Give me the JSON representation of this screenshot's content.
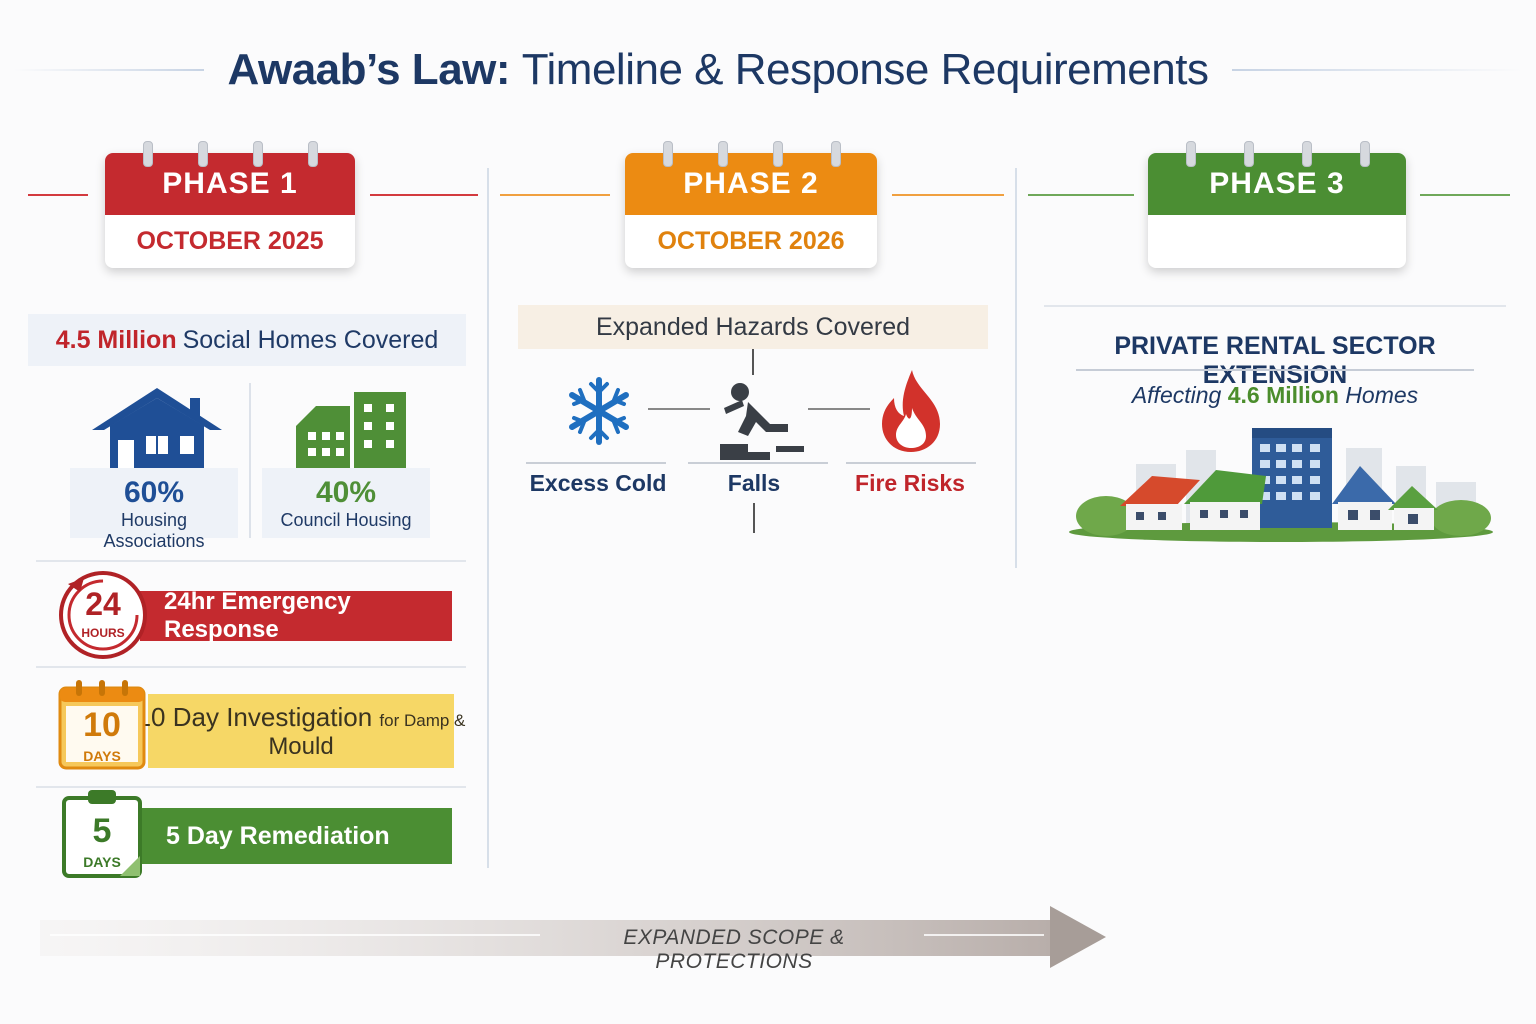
{
  "title": {
    "bold": "Awaab’s Law:",
    "rest": "Timeline & Response Requirements"
  },
  "colors": {
    "phase1": "#c42a2f",
    "phase2": "#ec8b12",
    "phase3": "#4b8e33",
    "navy": "#1d3864"
  },
  "phase1": {
    "label": "PHASE 1",
    "date": "OCTOBER 2025",
    "homes_number": "4.5 Million",
    "homes_text": "Social Homes Covered",
    "stats": [
      {
        "value": "60%",
        "label": "Housing Associations",
        "icon": "house-icon"
      },
      {
        "value": "40%",
        "label": "Council Housing",
        "icon": "apartment-building-icon"
      }
    ],
    "requirements": [
      {
        "badge_num": "24",
        "badge_unit": "HOURS",
        "text": "24hr Emergency Response",
        "icon": "stopwatch-icon"
      },
      {
        "badge_num": "10",
        "badge_unit": "DAYS",
        "text_main": "10 Day Investigation",
        "text_small": "for Damp &",
        "text_tail": "Mould",
        "icon": "calendar-icon"
      },
      {
        "badge_num": "5",
        "badge_unit": "DAYS",
        "text": "5 Day Remediation",
        "icon": "clipboard-icon"
      }
    ]
  },
  "phase2": {
    "label": "PHASE 2",
    "date": "OCTOBER 2026",
    "heading": "Expanded Hazards Covered",
    "hazards": [
      {
        "label": "Excess Cold",
        "icon": "snowflake-icon"
      },
      {
        "label": "Falls",
        "icon": "falling-person-icon"
      },
      {
        "label": "Fire Risks",
        "icon": "flame-icon"
      }
    ]
  },
  "phase3": {
    "label": "PHASE 3",
    "date": "",
    "heading": "PRIVATE RENTAL SECTOR EXTENSION",
    "sub_prefix": "Affecting",
    "sub_number": "4.6 Million",
    "sub_suffix": "Homes"
  },
  "footer": {
    "arrow_label": "EXPANDED SCOPE & PROTECTIONS"
  }
}
